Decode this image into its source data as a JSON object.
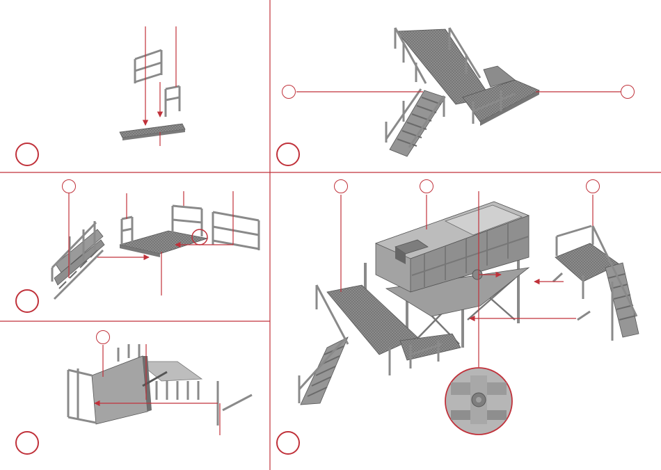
{
  "sheet": {
    "accent_color": "#c0313a",
    "part_color": "#9c9c9c",
    "part_dark": "#6e6e6e",
    "part_light": "#c4c4c4"
  },
  "panels": [
    {
      "id": "step-1",
      "icons": [
        "railing-part",
        "platform-part"
      ]
    },
    {
      "id": "step-2",
      "icons": [
        "staircase-platform-assembly"
      ]
    },
    {
      "id": "step-3",
      "icons": [
        "staircase-part",
        "platform-part",
        "railing-part"
      ]
    },
    {
      "id": "step-4",
      "icons": [
        "wall-panel-part",
        "frame-part",
        "rod-part"
      ]
    },
    {
      "id": "step-5",
      "icons": [
        "hopper-tower-assembly",
        "side-staircase-assembly",
        "detail-magnifier"
      ]
    }
  ]
}
